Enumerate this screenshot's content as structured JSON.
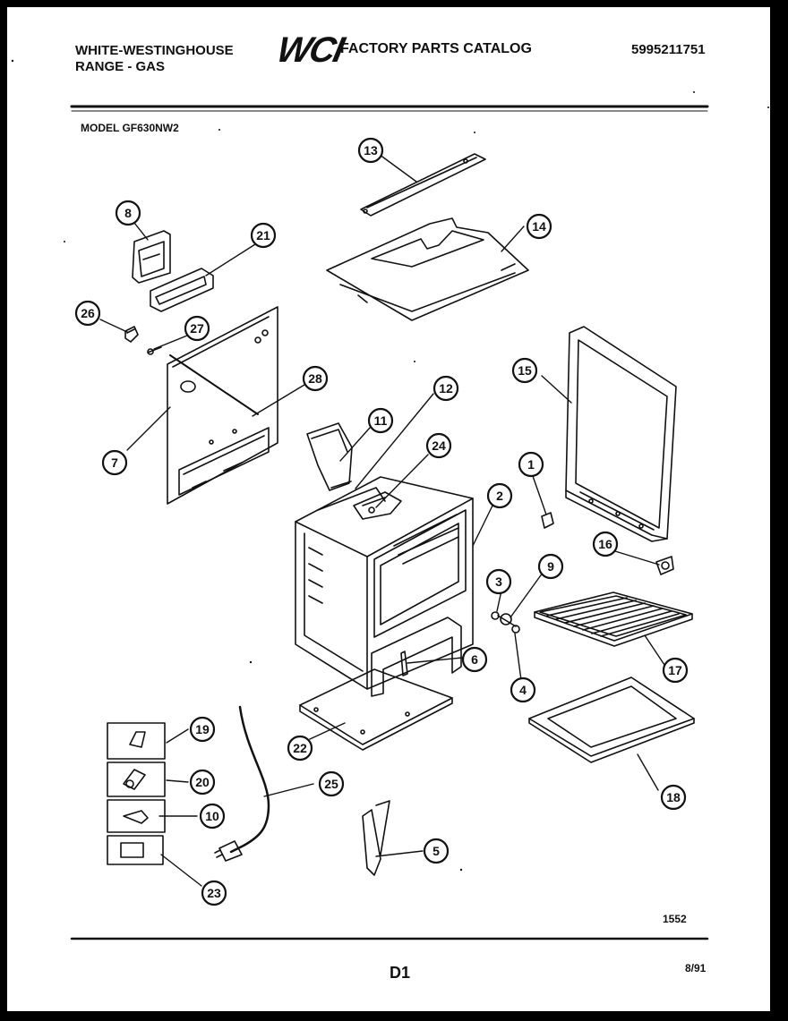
{
  "header": {
    "brand_line1": "WHITE-WESTINGHOUSE",
    "brand_line2": "RANGE - GAS",
    "logo": "WCI",
    "catalog_title": "FACTORY PARTS CATALOG",
    "catalog_number": "5995211751",
    "model": "MODEL GF630NW2"
  },
  "callouts": [
    "13",
    "8",
    "21",
    "14",
    "26",
    "27",
    "28",
    "7",
    "15",
    "12",
    "11",
    "24",
    "1",
    "2",
    "16",
    "3",
    "9",
    "17",
    "4",
    "6",
    "22",
    "19",
    "20",
    "25",
    "10",
    "5",
    "23",
    "18"
  ],
  "footer": {
    "drawing_number": "1552",
    "page_label": "D1",
    "date": "8/91"
  }
}
